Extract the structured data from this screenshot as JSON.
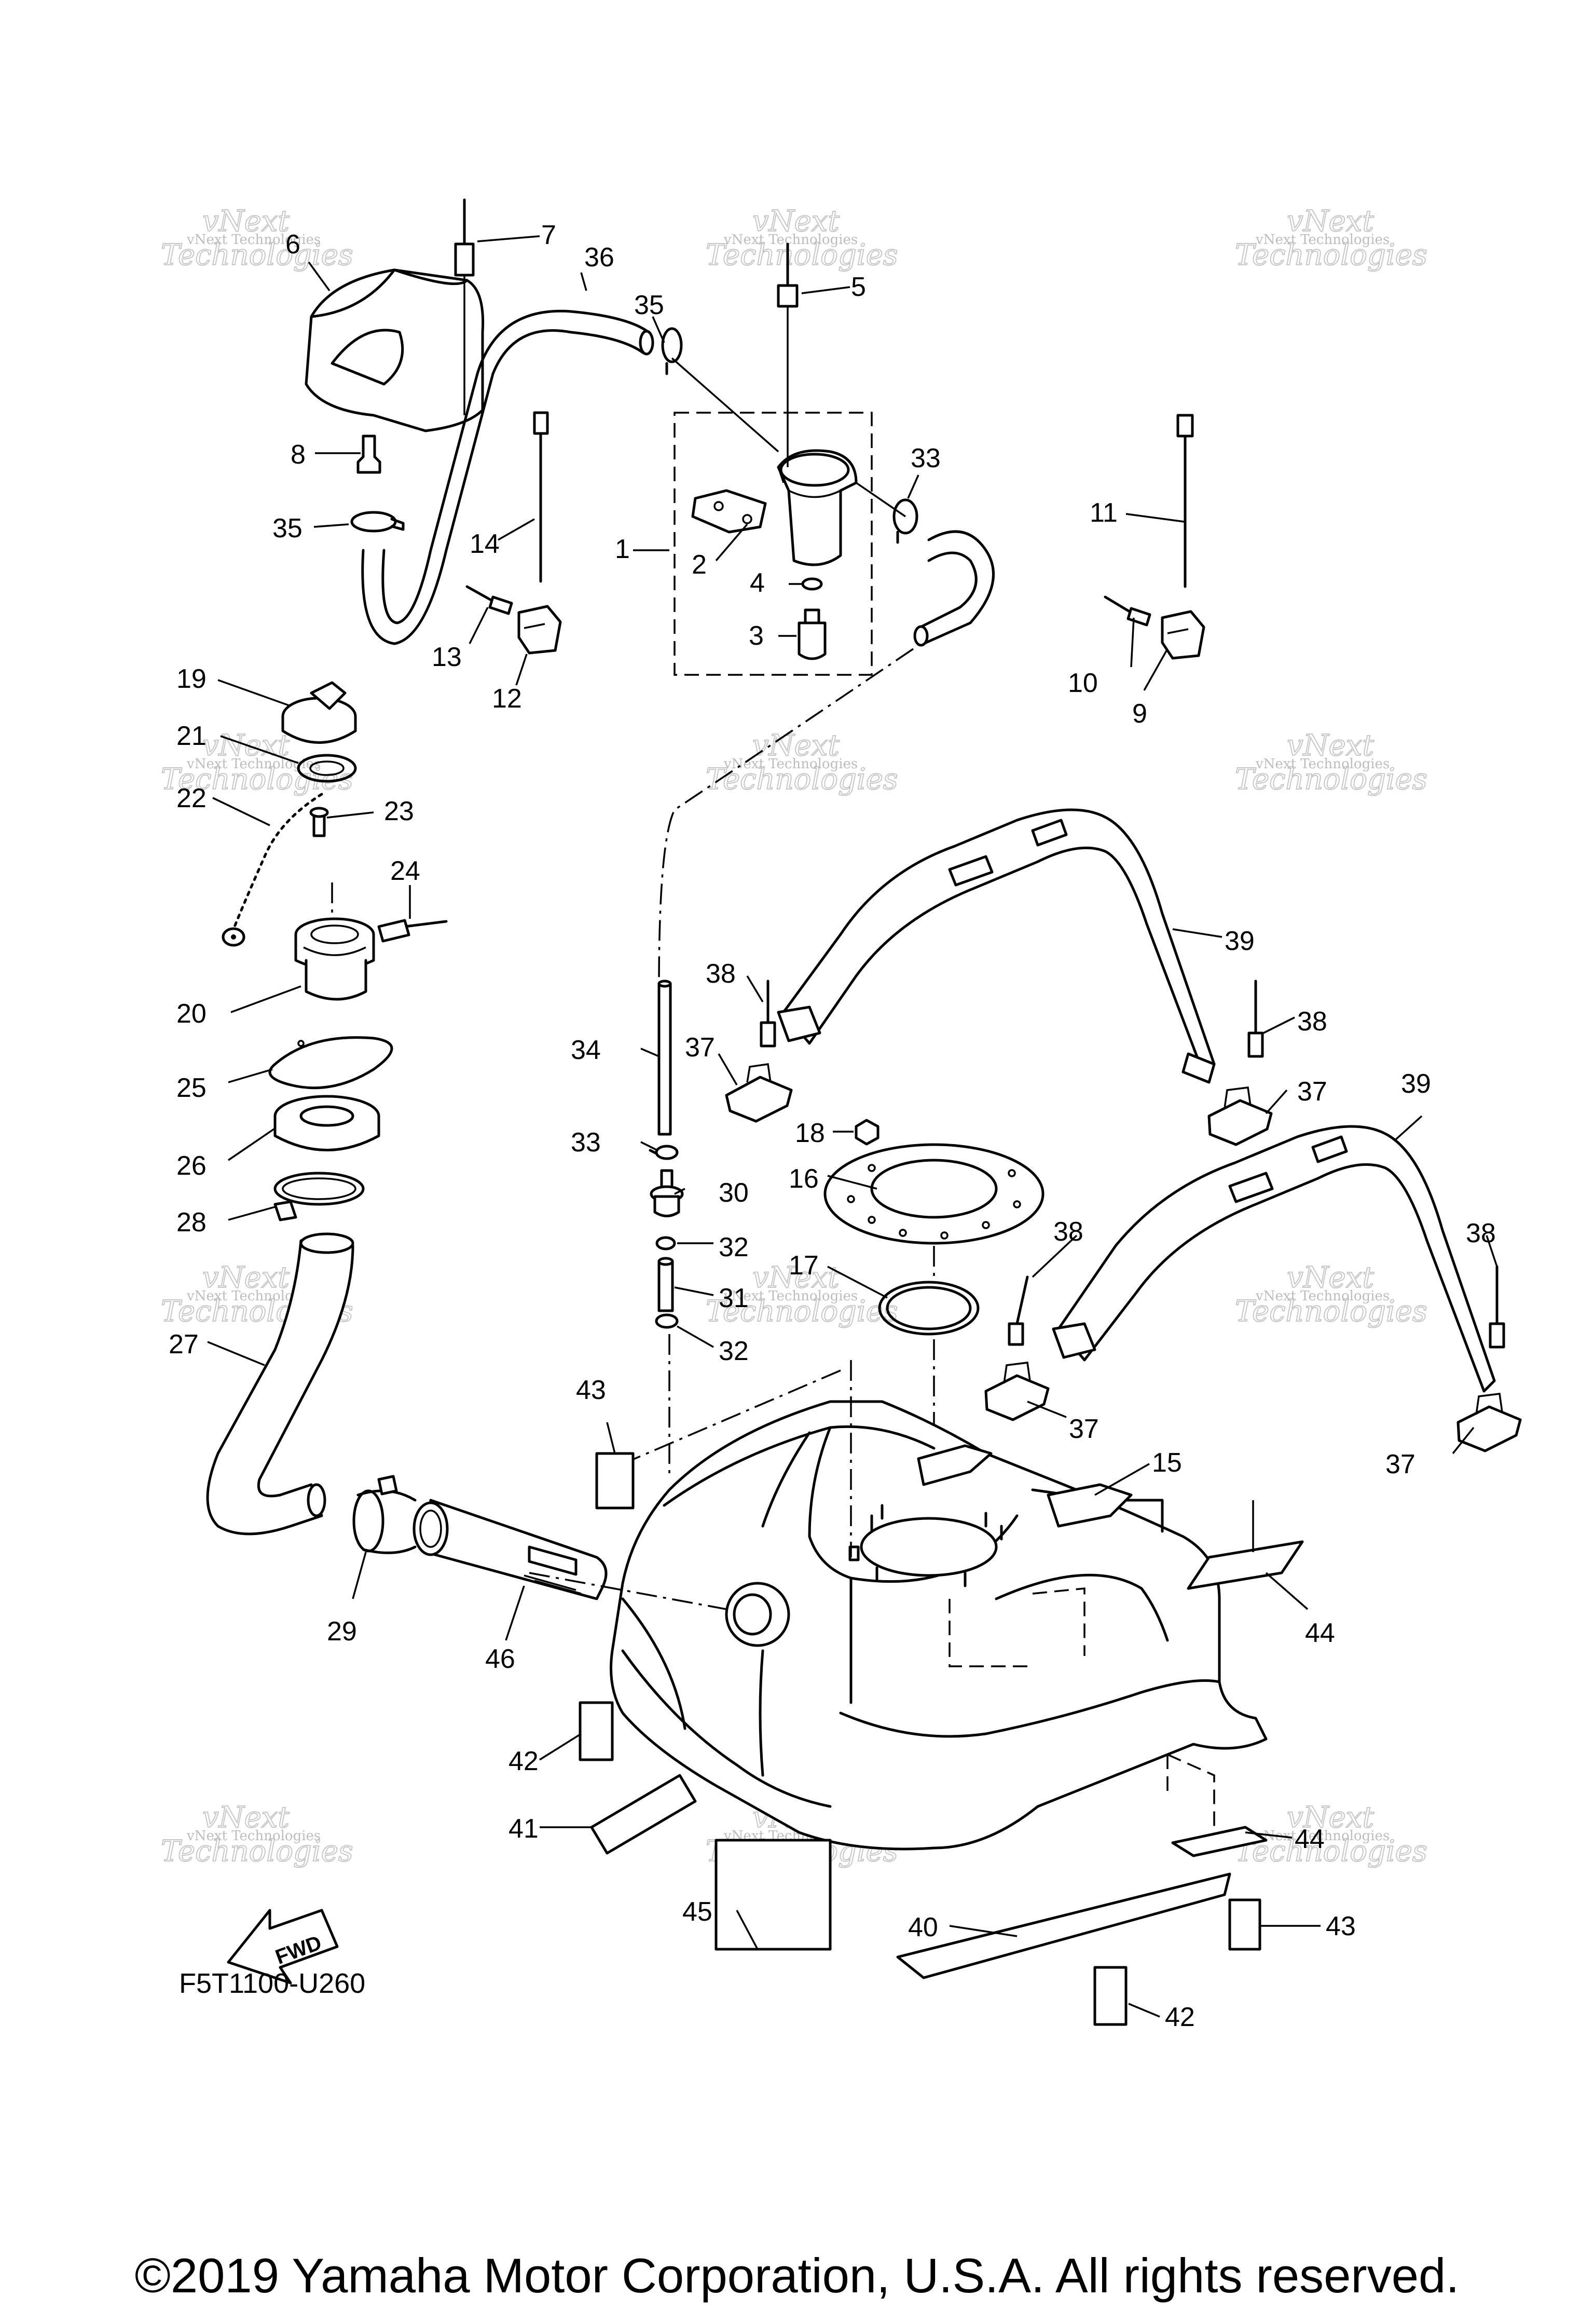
{
  "diagram_code": "F5T1100-U260",
  "copyright": "©2019 Yamaha Motor Corporation, U.S.A. All rights reserved.",
  "fwd_label": "FWD",
  "watermark": {
    "small": "vNext Technologies",
    "big_line1": "vNext",
    "big_line2": "Technologies"
  },
  "callouts": [
    "1",
    "2",
    "3",
    "4",
    "5",
    "6",
    "7",
    "8",
    "9",
    "10",
    "11",
    "12",
    "13",
    "14",
    "15",
    "16",
    "17",
    "18",
    "19",
    "20",
    "21",
    "22",
    "23",
    "24",
    "25",
    "26",
    "27",
    "28",
    "29",
    "30",
    "31",
    "32",
    "33",
    "34",
    "35",
    "36",
    "37",
    "38",
    "39",
    "40",
    "41",
    "42",
    "43",
    "44",
    "45",
    "46"
  ]
}
